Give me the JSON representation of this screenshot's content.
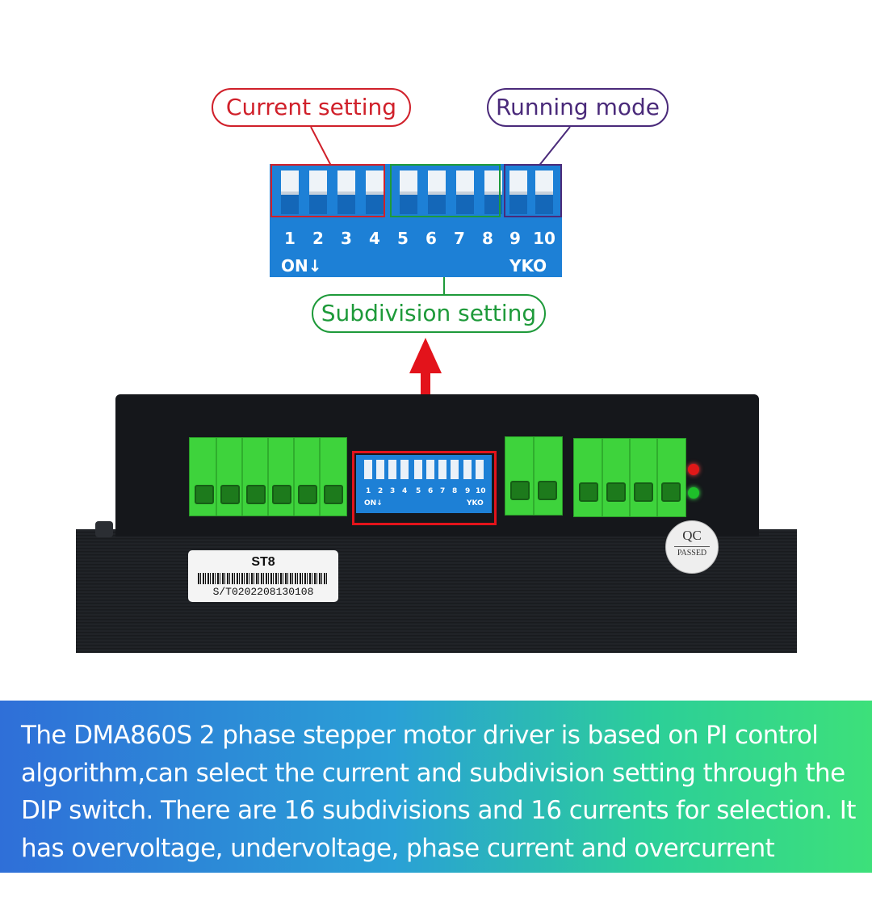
{
  "callouts": {
    "current_setting": "Current setting",
    "running_mode": "Running mode",
    "subdivision_setting": "Subdivision setting"
  },
  "dip_switch": {
    "numbers": [
      "1",
      "2",
      "3",
      "4",
      "5",
      "6",
      "7",
      "8",
      "9",
      "10"
    ],
    "on_label": "ON↓",
    "brand_label": "YKO"
  },
  "device": {
    "model_label": "ST8",
    "serial": "S/T0202208130108",
    "qc_top": "QC",
    "qc_bottom": "PASSED"
  },
  "description": "The DMA860S 2 phase stepper motor driver is based on PI control algorithm,can select the current and subdivision setting through the DIP switch. There are 16 subdivisions and 16 currents for selection. It has overvoltage, undervoltage, phase current and overcurrent protection.",
  "colors": {
    "current": "#d0202a",
    "running": "#4a2a7a",
    "subdivision": "#1e9a3a",
    "arrow": "#e3131b",
    "dip_blue": "#1d80d6",
    "terminal_green": "#3ed33c"
  }
}
